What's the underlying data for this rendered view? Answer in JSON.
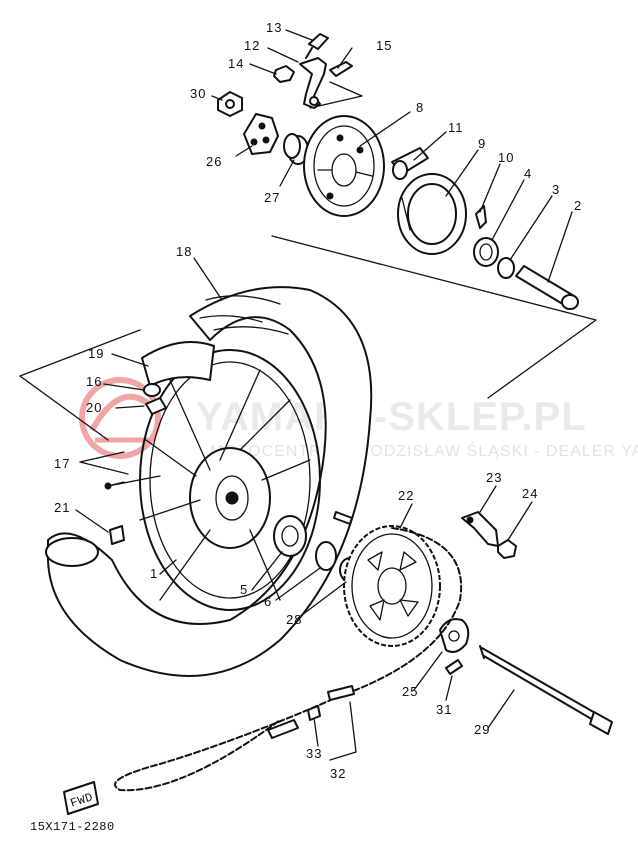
{
  "callouts": [
    "13",
    "12",
    "15",
    "14",
    "30",
    "8",
    "11",
    "9",
    "10",
    "4",
    "3",
    "2",
    "26",
    "27",
    "18",
    "19",
    "16",
    "20",
    "17",
    "21",
    "22",
    "23",
    "24",
    "1",
    "5",
    "6",
    "28",
    "25",
    "31",
    "29",
    "33",
    "32"
  ],
  "fwd_label": "FWD",
  "figure_code": "15X171-2280",
  "watermark": {
    "brand": "YAMAHA-SKLEP.PL",
    "subtitle": "MOTOCENTRUM WODZISŁAW ŚLĄSKI - DEALER YAMAHA",
    "logo_color": "#e23b3b"
  }
}
